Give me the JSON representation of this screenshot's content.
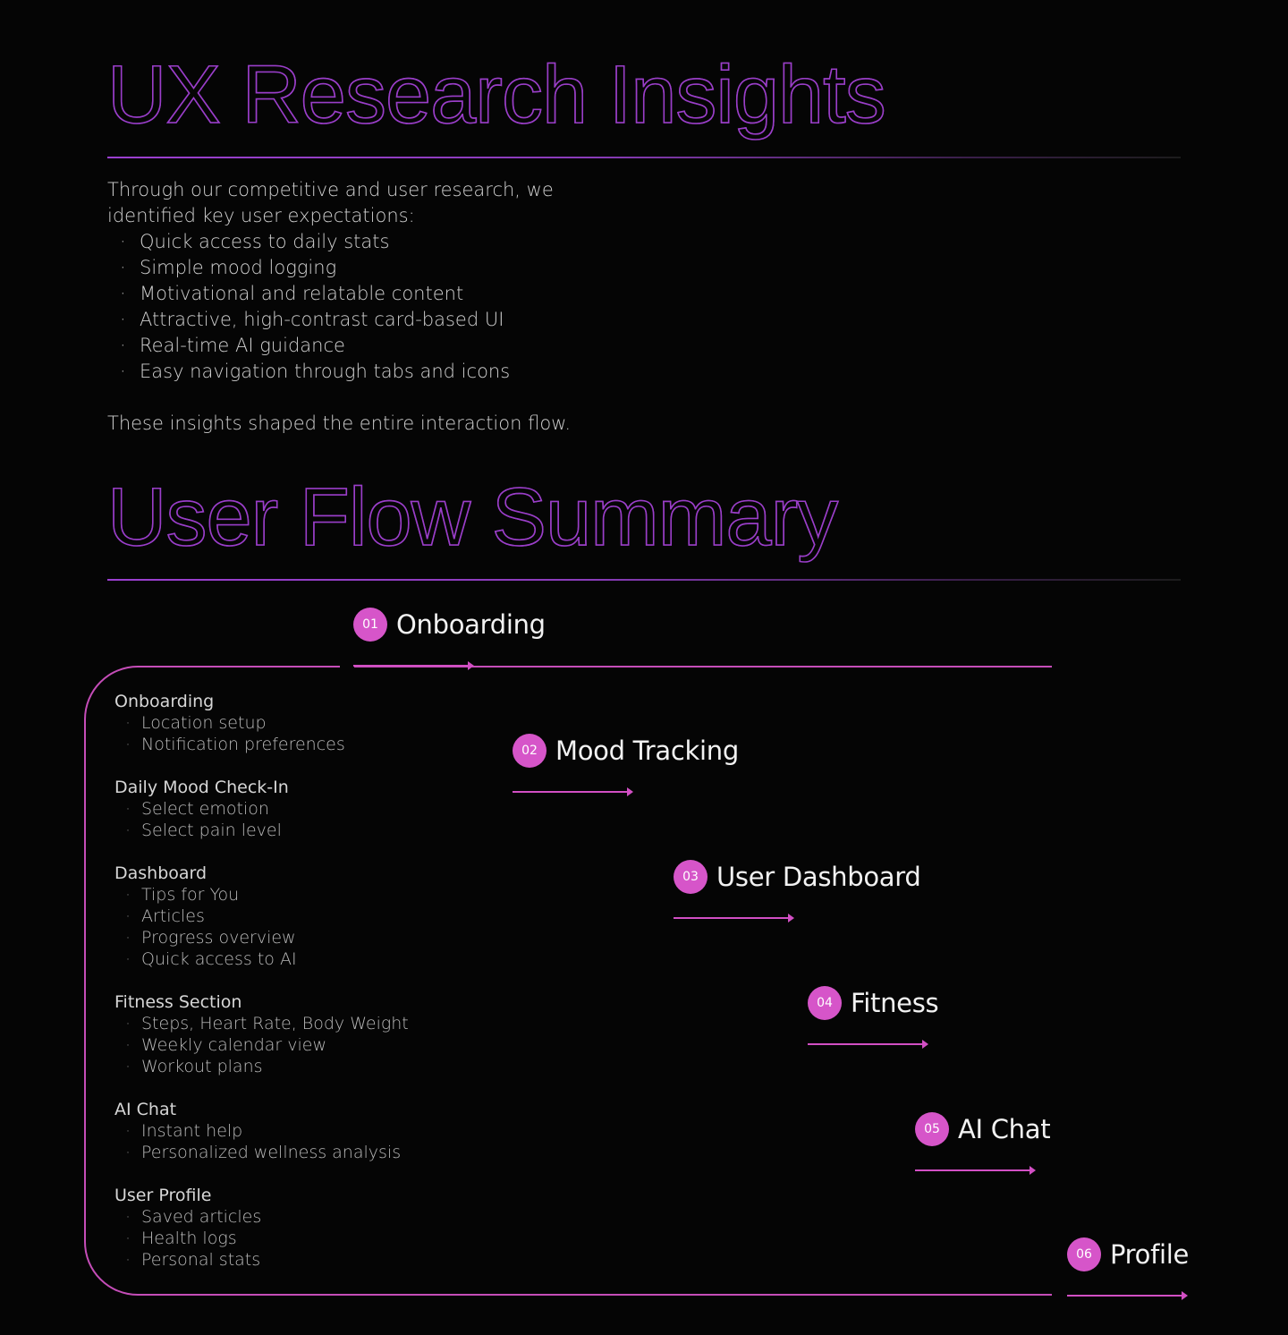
{
  "sections": {
    "insights_title": "UX Research Insights",
    "flow_title": "User Flow Summary"
  },
  "intro": {
    "paragraph": "Through our competitive and user research, we identified key user expectations:",
    "bullets": [
      "Quick access to daily stats",
      "Simple mood logging",
      "Motivational and relatable content",
      "Attractive, high-contrast card-based UI",
      "Real-time AI guidance",
      "Easy navigation through tabs and icons"
    ],
    "closing": "These insights shaped the entire interaction flow."
  },
  "steps": [
    {
      "number": "01",
      "label": "Onboarding"
    },
    {
      "number": "02",
      "label": "Mood Tracking"
    },
    {
      "number": "03",
      "label": "User Dashboard"
    },
    {
      "number": "04",
      "label": "Fitness"
    },
    {
      "number": "05",
      "label": "AI Chat"
    },
    {
      "number": "06",
      "label": "Profile"
    }
  ],
  "details": [
    {
      "heading": "Onboarding",
      "items": [
        "Location setup",
        "Notification preferences"
      ]
    },
    {
      "heading": "Daily Mood Check-In",
      "items": [
        "Select emotion",
        "Select pain level"
      ]
    },
    {
      "heading": "Dashboard",
      "items": [
        "Tips for You",
        "Articles",
        "Progress overview",
        "Quick access to AI"
      ]
    },
    {
      "heading": "Fitness Section",
      "items": [
        "Steps, Heart Rate, Body Weight",
        "Weekly calendar view",
        "Workout plans"
      ]
    },
    {
      "heading": "AI Chat",
      "items": [
        "Instant help",
        "Personalized wellness analysis"
      ]
    },
    {
      "heading": "User Profile",
      "items": [
        "Saved articles",
        "Health logs",
        "Personal stats"
      ]
    }
  ],
  "colors": {
    "background": "#050505",
    "accent_pink": "#d655c9",
    "title_purple": "#9a3ec9"
  }
}
